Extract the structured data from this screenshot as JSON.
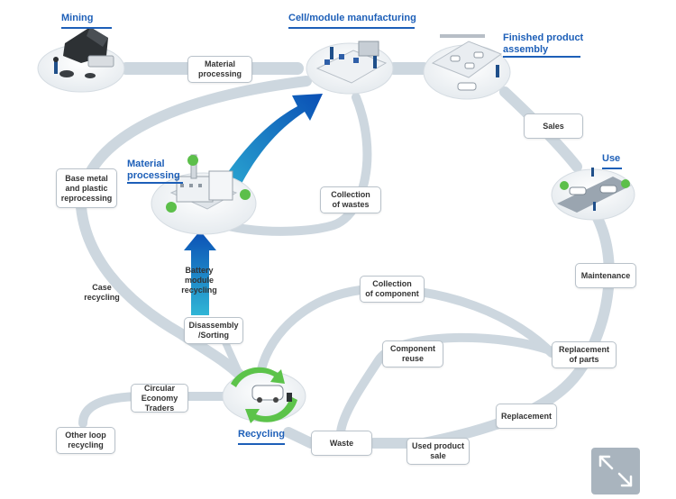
{
  "colors": {
    "accent": "#1d5fb8",
    "flow": "#cdd7df",
    "arrow_blue": "#0a52b5",
    "arrow_cyan": "#22a9cf",
    "recycle_green": "#5cc34a"
  },
  "titles": {
    "mining": "Mining",
    "cell_module": "Cell/module manufacturing",
    "finished_assembly": "Finished product\nassembly",
    "use": "Use",
    "material_processing": "Material\nprocessing",
    "recycling": "Recycling"
  },
  "labels": {
    "material_processing": "Material\nprocessing",
    "sales": "Sales",
    "base_metal": "Base metal\nand plastic\nreprocessing",
    "collection_of_wastes": "Collection\nof wastes",
    "maintenance": "Maintenance",
    "battery_module": "Battery\nmodule\nrecycling",
    "case_recycling": "Case\nrecycling",
    "collection_of_component": "Collection\nof component",
    "disassembly": "Disassembly\n/Sorting",
    "component_reuse": "Component\nreuse",
    "replacement_of_parts": "Replacement\nof parts",
    "circular_economy": "Circular\nEconomy\nTraders",
    "replacement": "Replacement",
    "other_loop": "Other loop\nrecycling",
    "waste": "Waste",
    "used_product_sale": "Used product\nsale"
  },
  "icons": {
    "expand": "expand-icon"
  }
}
